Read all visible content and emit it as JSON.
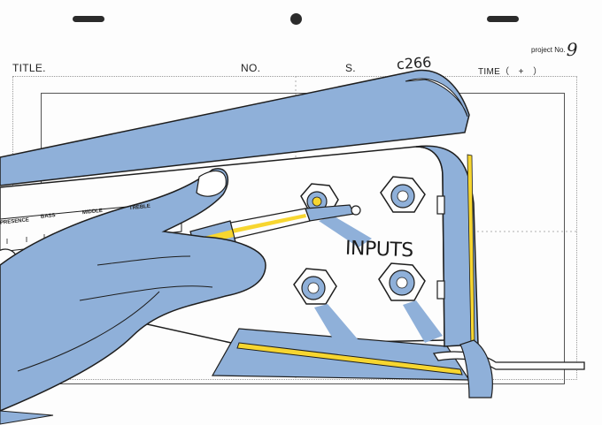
{
  "sheet": {
    "header": {
      "title_label": "TITLE.",
      "no_label": "NO.",
      "s_label": "S.",
      "cut_number": "c266",
      "time_label": "TIME（　+　）"
    },
    "project_mark": {
      "text": "project No.",
      "number": "9"
    }
  },
  "drawing": {
    "inputs_label": "INPUTS",
    "knob_labels": [
      "PRESENCE",
      "BASS",
      "MIDDLE",
      "TREBLE"
    ],
    "colors": {
      "shadow_blue": "#8fb0d9",
      "highlight_yellow": "#f7d630",
      "line": "#1e1e1e",
      "paper": "#fdfdfd"
    }
  }
}
